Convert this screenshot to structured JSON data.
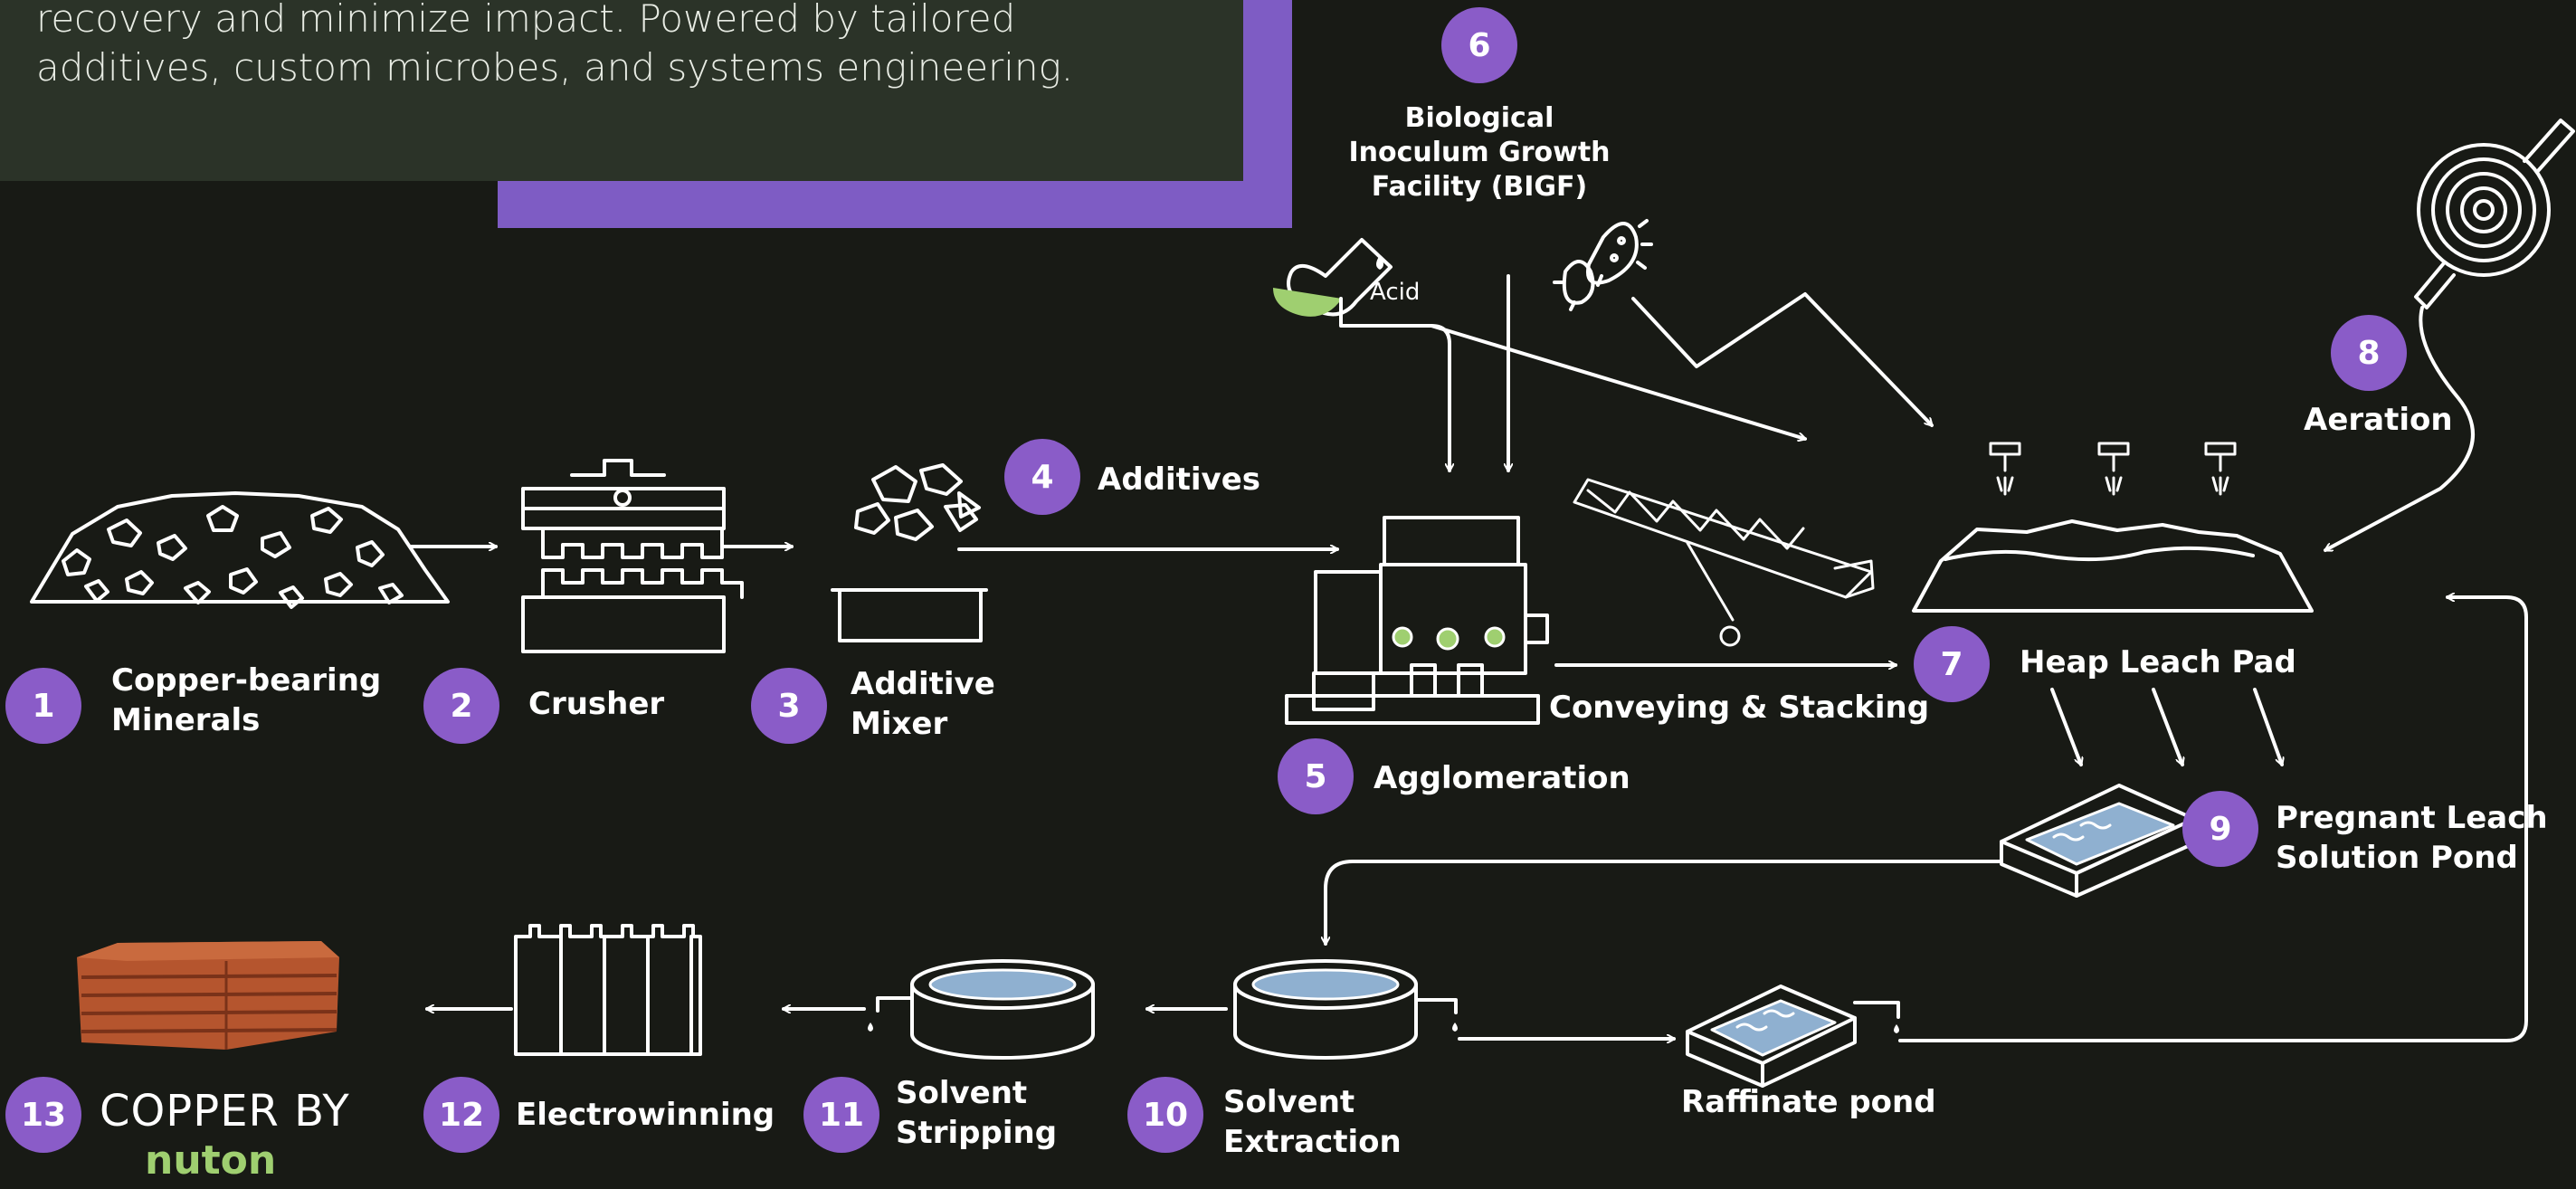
{
  "intro": {
    "text": "recovery and minimize impact.  Powered by tailored\nadditives, custom microbes, and systems engineering."
  },
  "steps": [
    {
      "num": "1",
      "label": "Copper-bearing\nMinerals"
    },
    {
      "num": "2",
      "label": "Crusher"
    },
    {
      "num": "3",
      "label": "Additive\nMixer"
    },
    {
      "num": "4",
      "label": "Additives"
    },
    {
      "num": "5",
      "label": "Agglomeration"
    },
    {
      "num": "6",
      "label": "Biological\nInoculum Growth\nFacility (BIGF)"
    },
    {
      "num": "7",
      "label": "Heap Leach Pad"
    },
    {
      "num": "8",
      "label": "Aeration"
    },
    {
      "num": "9",
      "label": "Pregnant Leach\nSolution Pond"
    },
    {
      "num": "10",
      "label": "Solvent\nExtraction"
    },
    {
      "num": "11",
      "label": "Solvent\nStripping"
    },
    {
      "num": "12",
      "label": "Electrowinning"
    },
    {
      "num": "13",
      "label": ""
    }
  ],
  "labels": {
    "acid": "Acid",
    "conveying": "Conveying & Stacking",
    "raffinate": "Raffinate pond"
  },
  "brand": {
    "prefix": "COPPER BY",
    "name": "nuton"
  },
  "colors": {
    "background": "#181a15",
    "intro_box": "#2b3328",
    "accent": "#7e5cc4",
    "badge": "#8a5cc8",
    "liquid": "#8fb0d0",
    "flask_liquid": "#9fcf70",
    "brand_green": "#9fcf70",
    "copper": "#b5552e"
  }
}
